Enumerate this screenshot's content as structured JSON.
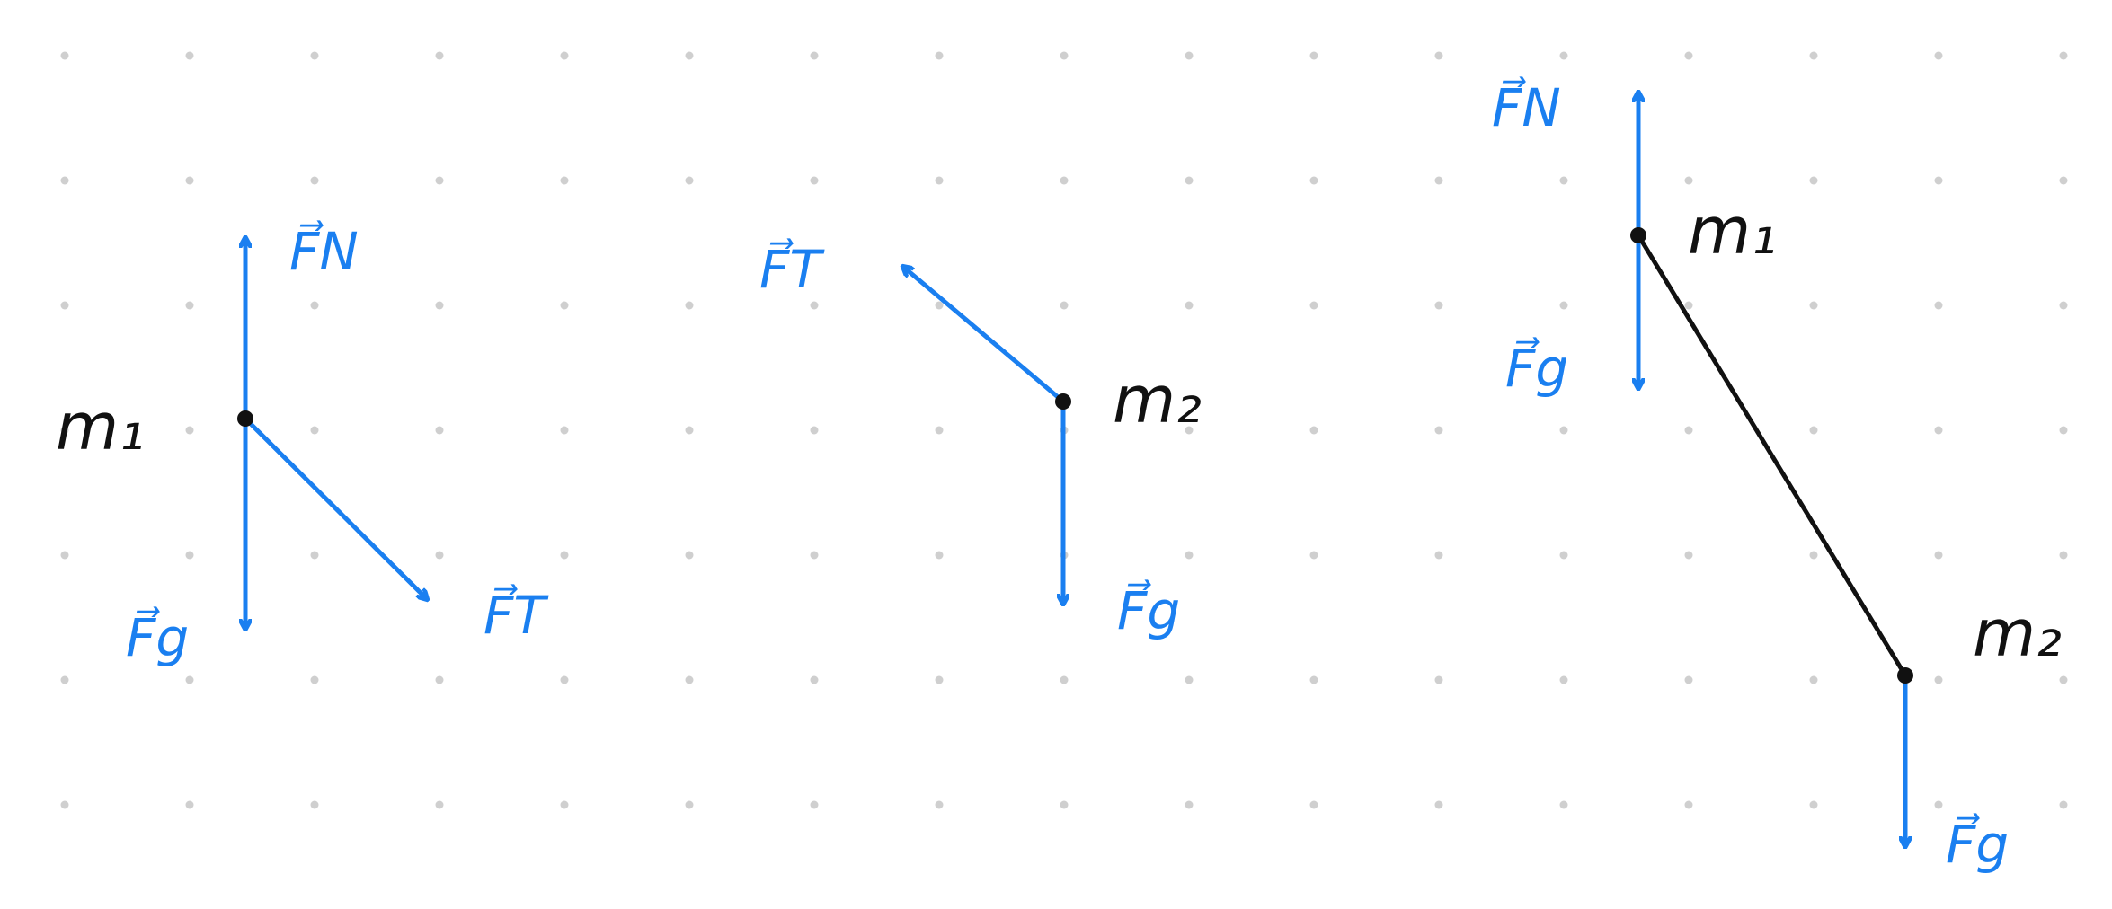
{
  "colors": {
    "vector": "#1a7ff0",
    "ink": "#111111",
    "grid_dot": "#cfcfcf",
    "background": "#ffffff"
  },
  "diagrams": [
    {
      "id": "fbd-m1",
      "mass_label": "m₁",
      "forces": [
        {
          "id": "normal",
          "label": "F⃗N"
        },
        {
          "id": "gravity",
          "label": "F⃗g"
        },
        {
          "id": "tension",
          "label": "F⃗T"
        }
      ]
    },
    {
      "id": "fbd-m2",
      "mass_label": "m₂",
      "forces": [
        {
          "id": "tension",
          "label": "F⃗T"
        },
        {
          "id": "gravity",
          "label": "F⃗g"
        }
      ]
    },
    {
      "id": "system",
      "mass_labels": [
        "m₁",
        "m₂"
      ],
      "forces": [
        {
          "id": "normal-m1",
          "label": "F⃗N"
        },
        {
          "id": "gravity-m1",
          "label": "F⃗g"
        },
        {
          "id": "gravity-m2",
          "label": "F⃗g"
        }
      ]
    }
  ]
}
